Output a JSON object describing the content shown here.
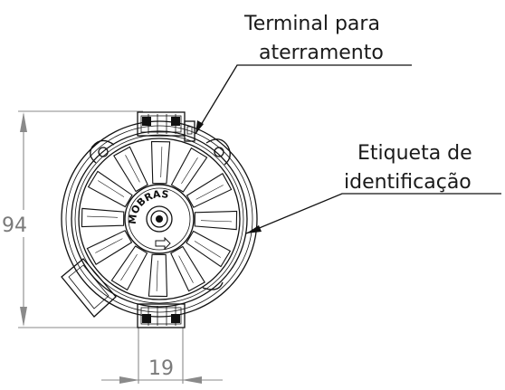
{
  "labels": {
    "terminal_line1": "Terminal para",
    "terminal_line2": "aterramento",
    "etiqueta_line1": "Etiqueta de",
    "etiqueta_line2": "identificação"
  },
  "dimensions": {
    "height_value": "94",
    "width_value": "19"
  },
  "logo_text": "MOBRAS",
  "colors": {
    "line": "#111111",
    "dimension": "#8a8a8a",
    "background": "#ffffff"
  }
}
